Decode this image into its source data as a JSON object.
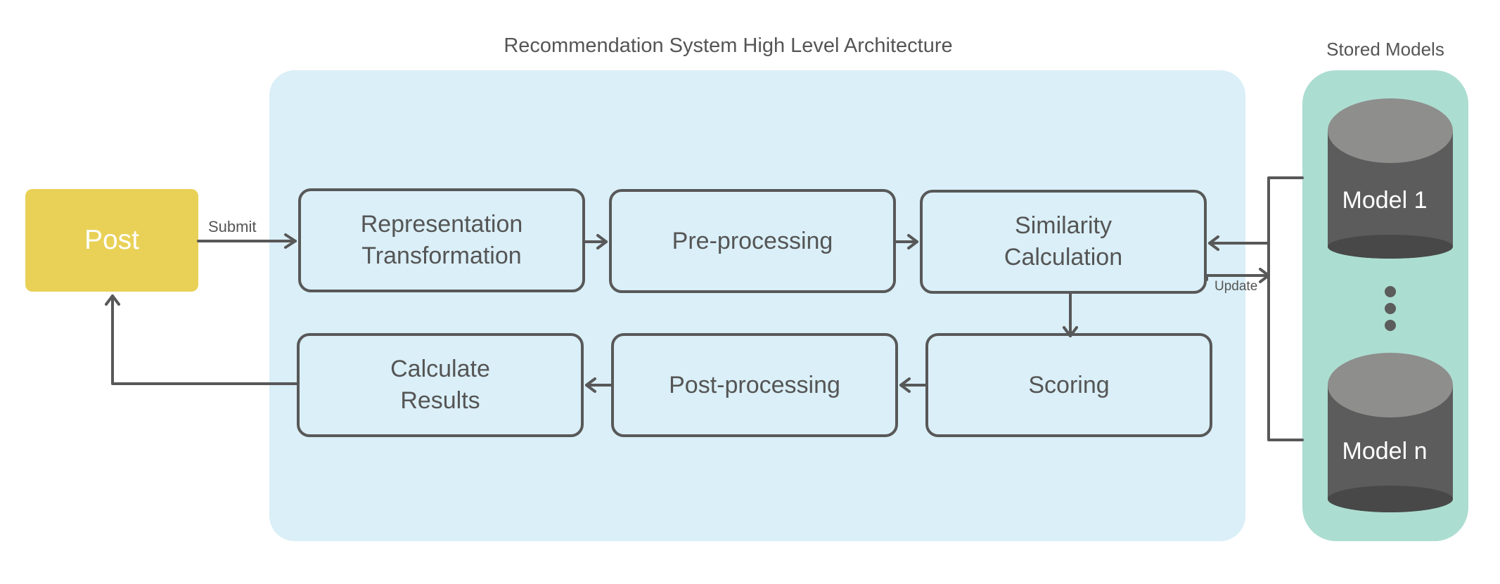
{
  "title": "Recommendation System High Level Architecture",
  "stored_models": {
    "title": "Stored Models",
    "models": [
      "Model 1",
      "Model n"
    ]
  },
  "post": {
    "label": "Post"
  },
  "steps": {
    "representation": "Representation\nTransformation",
    "preprocessing": "Pre-processing",
    "similarity": "Similarity\nCalculation",
    "calculate": "Calculate\nResults",
    "postprocessing": "Post-processing",
    "scoring": "Scoring"
  },
  "edges": {
    "submit": "Submit",
    "update": "Update"
  },
  "colors": {
    "panel": "#daeff7",
    "models_panel": "#acddd1",
    "post": "#e9d157",
    "stroke": "#585858",
    "cylinder_body": "#5b5c5b",
    "cylinder_top": "#8e8e8d"
  }
}
